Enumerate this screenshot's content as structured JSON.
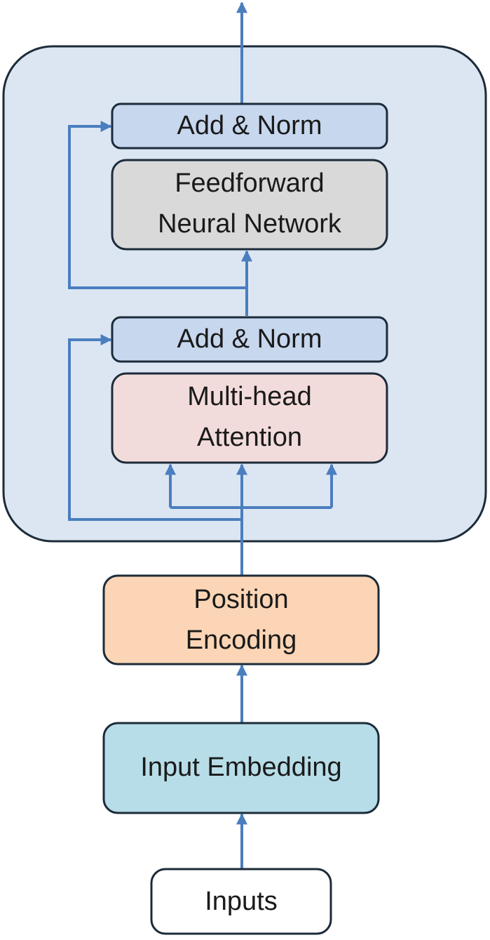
{
  "colors": {
    "encoder_panel": "#dce6f2",
    "add_norm": "#c6d7ee",
    "feedforward": "#d9d9d9",
    "attention": "#f2dcdb",
    "position_encoding": "#fbd5b5",
    "input_embedding": "#b7dde8",
    "inputs": "#ffffff",
    "connector": "#4a7ebf"
  },
  "boxes": {
    "add_norm_top": {
      "lines": [
        "Add & Norm"
      ]
    },
    "feedforward": {
      "lines": [
        "Feedforward",
        "Neural Network"
      ]
    },
    "add_norm_bottom": {
      "lines": [
        "Add & Norm"
      ]
    },
    "attention": {
      "lines": [
        "Multi-head",
        "Attention"
      ]
    },
    "position_encoding": {
      "lines": [
        "Position",
        "Encoding"
      ]
    },
    "input_embedding": {
      "lines": [
        "Input Embedding"
      ]
    },
    "inputs": {
      "lines": [
        "Inputs"
      ]
    }
  }
}
